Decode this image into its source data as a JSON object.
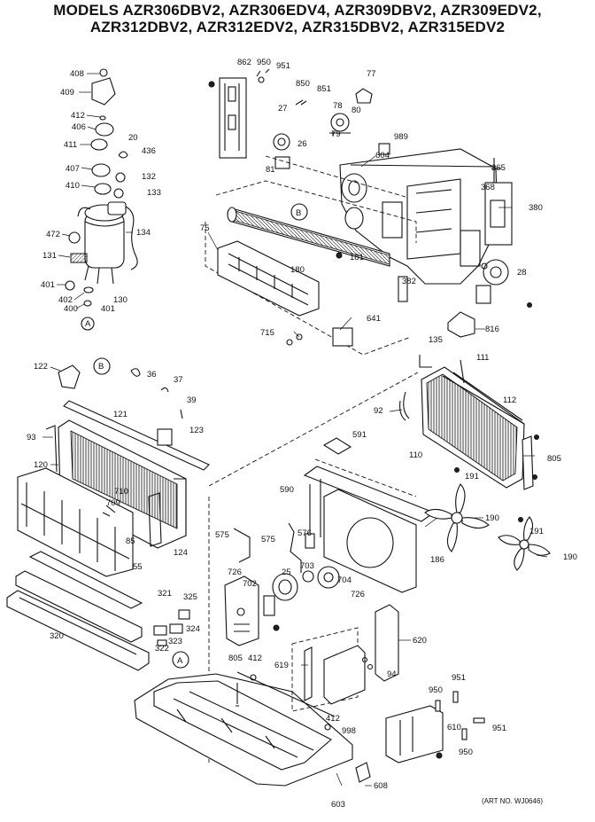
{
  "title": {
    "line1": "MODELS AZR306DBV2, AZR306EDV4, AZR309DBV2, AZR309EDV2,",
    "line2": "AZR312DBV2, AZR312EDV2, AZR315DBV2, AZR315EDV2"
  },
  "art_number": "(ART NO. WJ0646)",
  "callouts": {
    "c408": "408",
    "c409": "409",
    "c412": "412",
    "c406": "406",
    "c20": "20",
    "c411": "411",
    "c436": "436",
    "c407": "407",
    "c132": "132",
    "c410": "410",
    "c133": "133",
    "c472": "472",
    "c134": "134",
    "c131": "131",
    "c401a": "401",
    "c402": "402",
    "c400": "400",
    "c401b": "401",
    "c130": "130",
    "cA1": "A",
    "c862": "862",
    "c950a": "950",
    "c951a": "951",
    "c850": "850",
    "c851": "851",
    "c77": "77",
    "c27": "27",
    "c78": "78",
    "c80": "80",
    "c79": "79",
    "c26": "26",
    "c81": "81",
    "c989": "989",
    "c604": "604",
    "c365": "365",
    "c368": "368",
    "c380": "380",
    "cB1": "B",
    "c75": "75",
    "c180": "180",
    "c181": "181",
    "c28": "28",
    "c382": "382",
    "c641": "641",
    "c715": "715",
    "c816": "816",
    "c122": "122",
    "cB2": "B",
    "c36": "36",
    "c37": "37",
    "c39": "39",
    "c121": "121",
    "c123": "123",
    "c93": "93",
    "c120": "120",
    "c710": "710",
    "c709": "709",
    "c85": "85",
    "c124": "124",
    "c55": "55",
    "c321": "321",
    "c325": "325",
    "c324": "324",
    "c323": "323",
    "c322": "322",
    "c320": "320",
    "c135": "135",
    "c111": "111",
    "c112": "112",
    "c92": "92",
    "c591": "591",
    "c110": "110",
    "c805a": "805",
    "c590": "590",
    "c191a": "191",
    "c190a": "190",
    "c191b": "191",
    "c190b": "190",
    "c575a": "575",
    "c575b": "575",
    "c576": "576",
    "c186": "186",
    "c726a": "726",
    "c25": "25",
    "c703": "703",
    "c702": "702",
    "c704": "704",
    "c726b": "726",
    "c620": "620",
    "c805b": "805",
    "c412b": "412",
    "c619": "619",
    "c94": "94",
    "cA2": "A",
    "c950b": "950",
    "c951b": "951",
    "c412c": "412",
    "c998": "998",
    "c610": "610",
    "c951c": "951",
    "c950c": "950",
    "c608": "608",
    "c603": "603"
  }
}
